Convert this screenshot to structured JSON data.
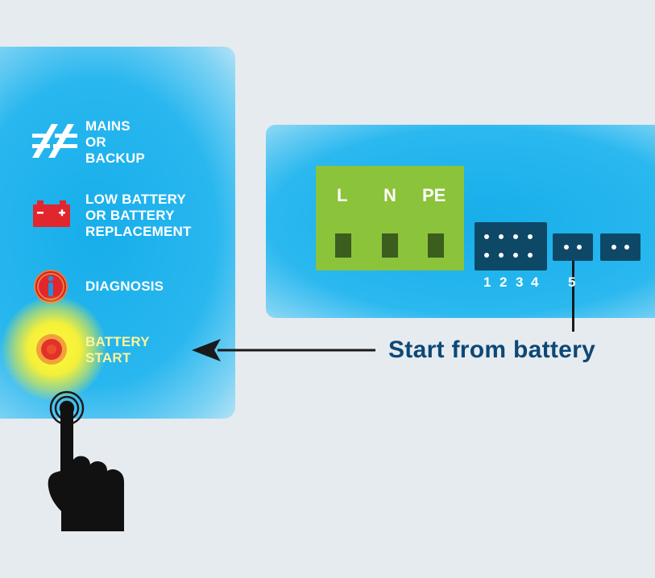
{
  "indicators": [
    {
      "id": "mains",
      "lines": [
        "MAINS",
        "OR",
        "BACKUP"
      ],
      "icon": "mains-backup-icon"
    },
    {
      "id": "battery",
      "lines": [
        "LOW BATTERY",
        "OR BATTERY",
        "REPLACEMENT"
      ],
      "icon": "battery-icon"
    },
    {
      "id": "diagnosis",
      "lines": [
        "DIAGNOSIS"
      ],
      "icon": "diagnosis-led-icon"
    },
    {
      "id": "battery-start",
      "lines": [
        "BATTERY",
        "START"
      ],
      "icon": "battery-start-button-icon"
    }
  ],
  "terminal": {
    "labels": [
      "L",
      "N",
      "PE"
    ]
  },
  "jumper_labels": [
    "1",
    "2",
    "3",
    "4",
    "5"
  ],
  "callout": "Start from battery",
  "colors": {
    "panel_blue": "#1ab0ea",
    "terminal_green": "#8bc33b",
    "jumper_navy": "#0e4867",
    "callout_navy": "#0d4876",
    "battery_red": "#e1262d",
    "glow_yellow": "#f8f43a",
    "label_yellow": "#fff59a"
  }
}
